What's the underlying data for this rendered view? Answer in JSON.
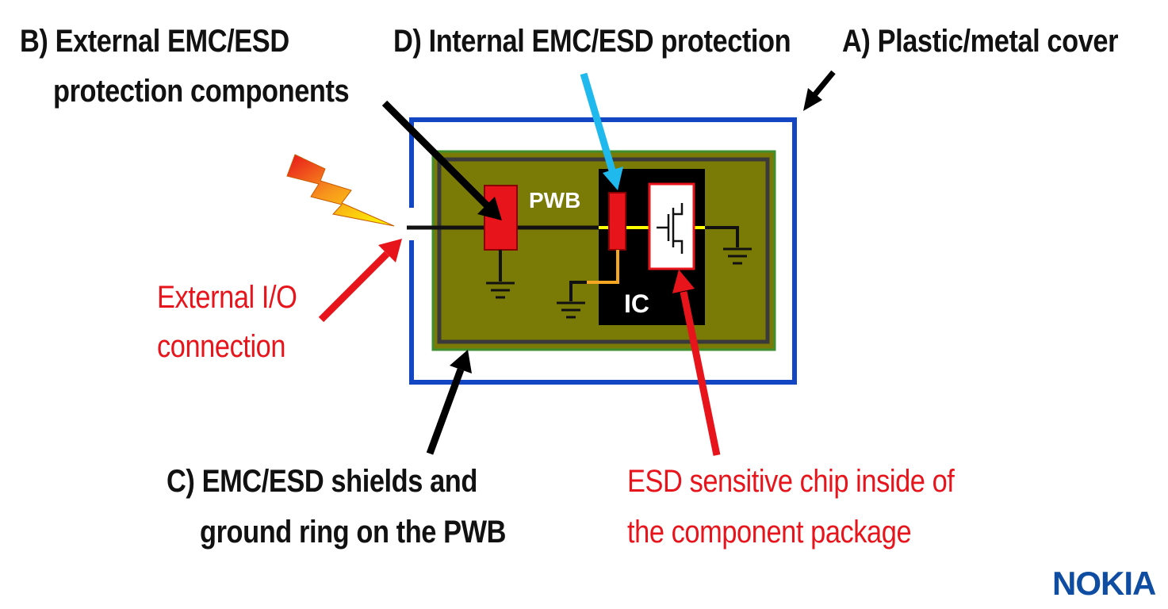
{
  "labels": {
    "a": "A) Plastic/metal cover",
    "b_line1": "B) External EMC/ESD",
    "b_line2": "protection components",
    "c_line1": "C) EMC/ESD shields and",
    "c_line2": "ground ring on the PWB",
    "d": "D) Internal EMC/ESD protection",
    "io_line1": "External I/O",
    "io_line2": "connection",
    "chip_line1": "ESD sensitive chip inside of",
    "chip_line2": "the component package"
  },
  "board": {
    "pwb_label": "PWB",
    "ic_label": "IC"
  },
  "logo": "NOKIA",
  "colors": {
    "cover": "#1346c2",
    "board": "#7a7a07",
    "board_edge": "#3f8f2f",
    "ground_ring": "#3a3a3a",
    "external_protection": "#e8141b",
    "internal_protection": "#e8141b",
    "ic_body": "#000000",
    "signal_trace": "#ffff00",
    "arrow_d": "#1fb9ee",
    "arrow_red": "#e8141b",
    "arrow_black": "#000000",
    "logo": "#0f4da2"
  }
}
